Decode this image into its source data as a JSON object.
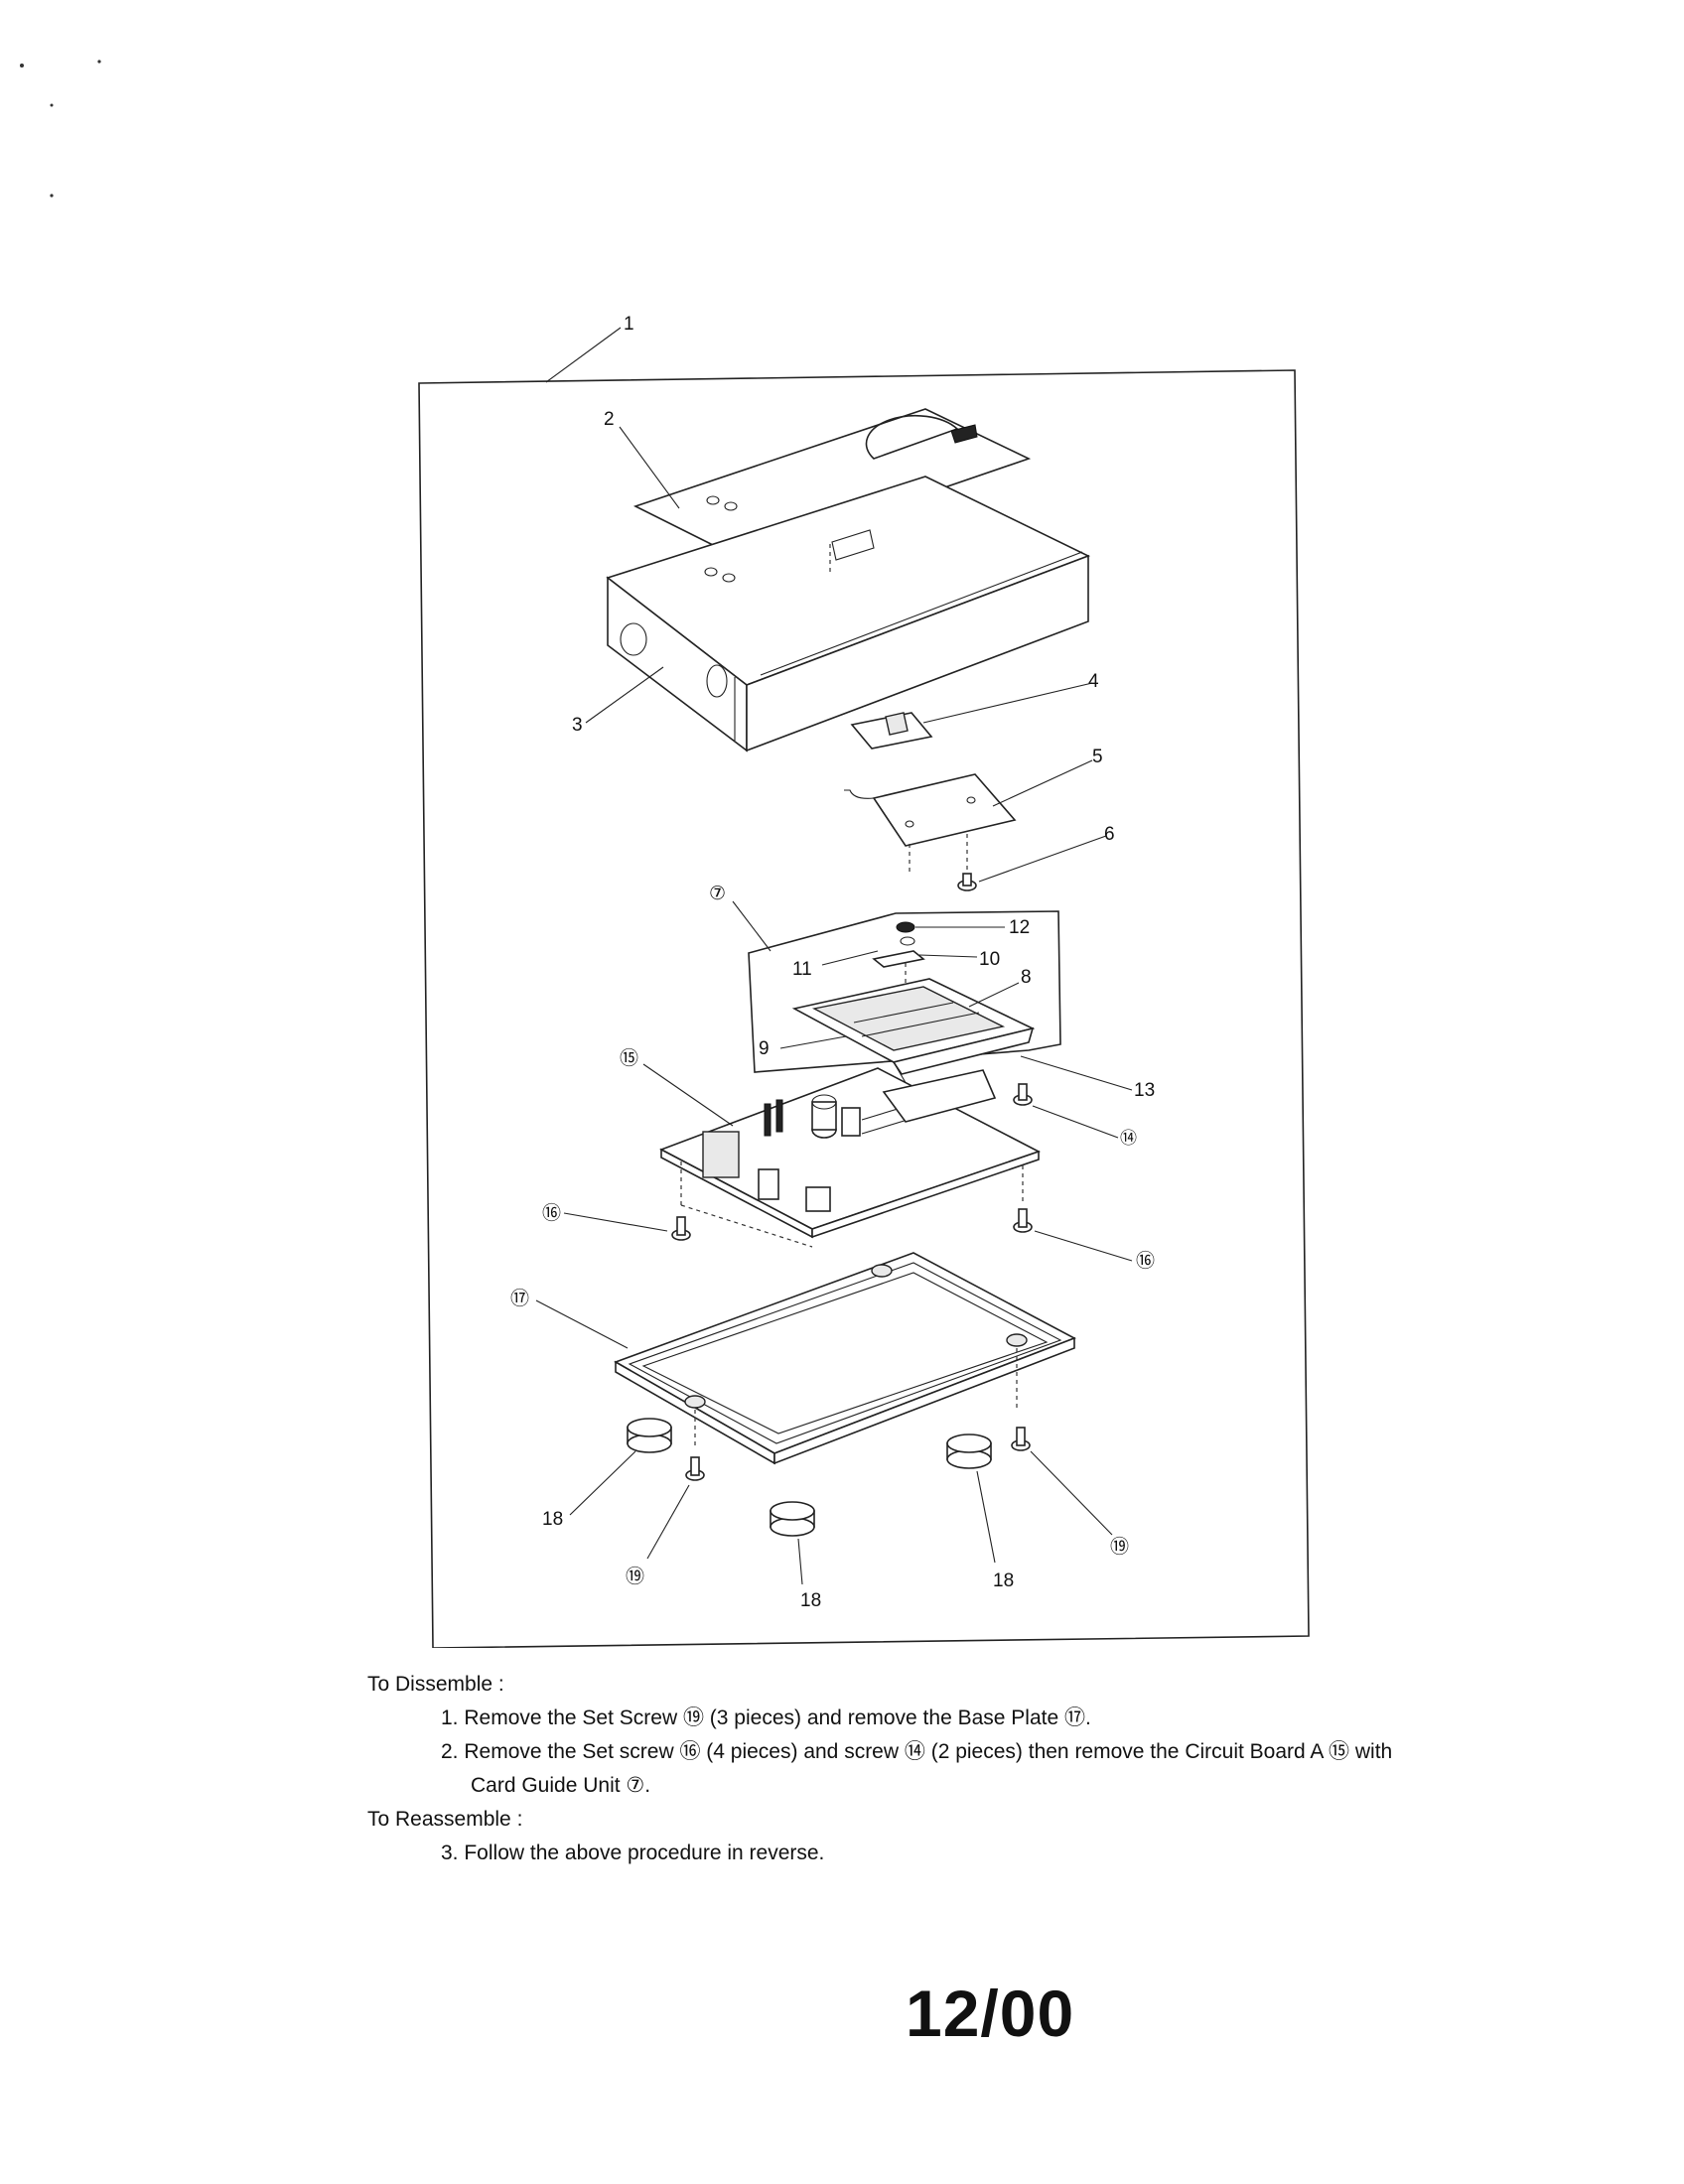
{
  "callouts": {
    "c1": "1",
    "c2": "2",
    "c3": "3",
    "c4": "4",
    "c5": "5",
    "c6": "6",
    "c7": "⑦",
    "c8": "8",
    "c9": "9",
    "c10": "10",
    "c11": "11",
    "c12": "12",
    "c13": "13",
    "c14": "⑭",
    "c15": "⑮",
    "c16a": "⑯",
    "c16b": "⑯",
    "c17": "⑰",
    "c18a": "18",
    "c18b": "18",
    "c18c": "18",
    "c19a": "⑲",
    "c19b": "⑲"
  },
  "instructions": {
    "disassemble_heading": "To Dissemble :",
    "steps": [
      {
        "num": "1.",
        "text": "Remove the Set Screw ⑲ (3 pieces) and remove  the Base Plate ⑰."
      },
      {
        "num": "2.",
        "text": "Remove the Set screw ⑯ (4 pieces) and screw ⑭ (2 pieces) then remove the Circuit Board A ⑮ with",
        "continuation": "Card Guide Unit ⑦."
      }
    ],
    "reassemble_heading": "To Reassemble :",
    "reassemble_steps": [
      {
        "num": "3.",
        "text": "Follow the above procedure in reverse."
      }
    ]
  },
  "page_number": "12/00"
}
